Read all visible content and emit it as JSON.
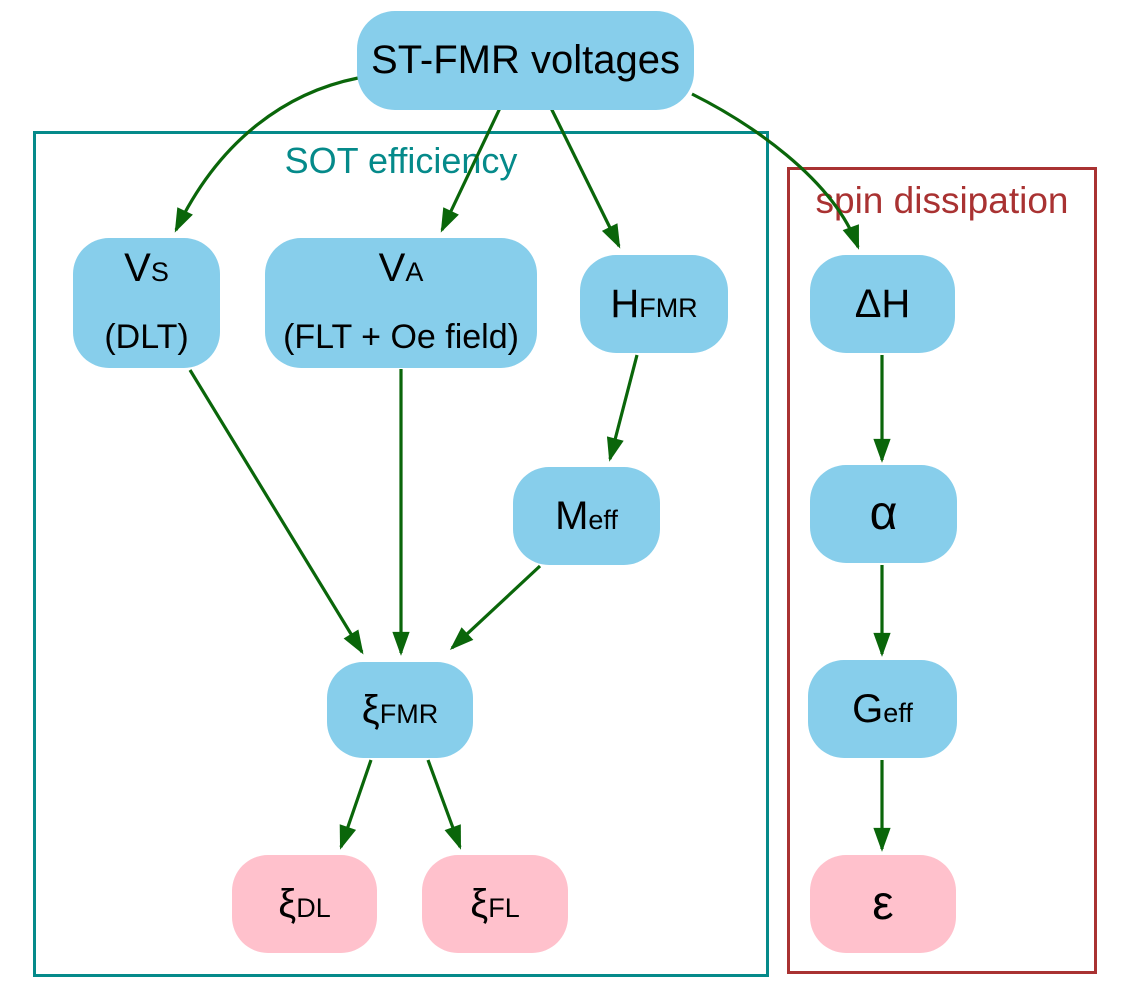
{
  "colors": {
    "node_blue": "#87ceeb",
    "node_pink": "#ffc1cc",
    "arrow": "#0a660a",
    "teal": "#058a8a",
    "red": "#a93232"
  },
  "root": {
    "label": "ST-FMR voltages"
  },
  "groups": {
    "sot": {
      "title": "SOT efficiency"
    },
    "spin": {
      "title": "spin dissipation"
    }
  },
  "nodes": {
    "vs": {
      "main": "V",
      "sub": "S",
      "note": "(DLT)"
    },
    "va": {
      "main": "V",
      "sub": "A",
      "note": "(FLT + Oe field)"
    },
    "hfmr": {
      "main": "H",
      "sub": "FMR"
    },
    "dh": {
      "main": "ΔH"
    },
    "meff": {
      "main": "M",
      "sub": "eff"
    },
    "alpha": {
      "main": "α"
    },
    "xifmr": {
      "main": "ξ",
      "sub": "FMR"
    },
    "geff": {
      "main": "G",
      "sub": "eff"
    },
    "xidl": {
      "main": "ξ",
      "sub": "DL"
    },
    "xifl": {
      "main": "ξ",
      "sub": "FL"
    },
    "eps": {
      "main": "ε"
    }
  },
  "edges": [
    {
      "from": "st_fmr_voltages",
      "to": "vs"
    },
    {
      "from": "st_fmr_voltages",
      "to": "va"
    },
    {
      "from": "st_fmr_voltages",
      "to": "hfmr"
    },
    {
      "from": "st_fmr_voltages",
      "to": "dh"
    },
    {
      "from": "vs",
      "to": "xifmr"
    },
    {
      "from": "va",
      "to": "xifmr"
    },
    {
      "from": "hfmr",
      "to": "meff"
    },
    {
      "from": "meff",
      "to": "xifmr"
    },
    {
      "from": "xifmr",
      "to": "xidl"
    },
    {
      "from": "xifmr",
      "to": "xifl"
    },
    {
      "from": "dh",
      "to": "alpha"
    },
    {
      "from": "alpha",
      "to": "geff"
    },
    {
      "from": "geff",
      "to": "eps"
    }
  ]
}
